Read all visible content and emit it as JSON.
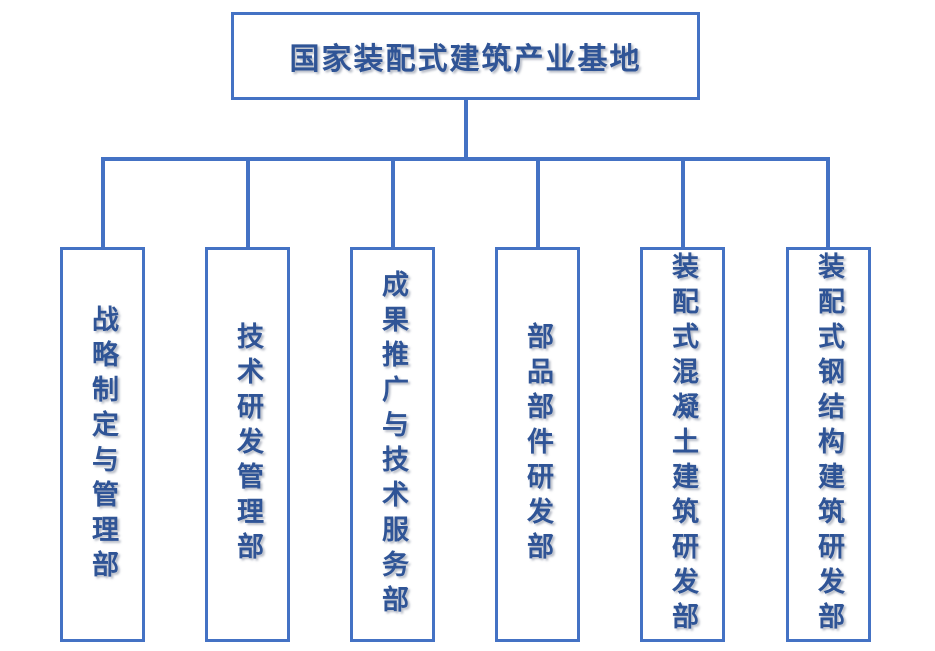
{
  "diagram": {
    "type": "org-chart",
    "title": "国家装配式建筑产业基地",
    "departments": [
      {
        "name": "战略制定与管理部"
      },
      {
        "name": "技术研发管理部"
      },
      {
        "name": "成果推广与技术服务部"
      },
      {
        "name": "部品部件研发部"
      },
      {
        "name": "装配式混凝土建筑研发部"
      },
      {
        "name": "装配式钢结构建筑研发部"
      }
    ],
    "colors": {
      "line": "#4472C4",
      "text": "#2F5496",
      "background": "#FFFFFF"
    }
  }
}
